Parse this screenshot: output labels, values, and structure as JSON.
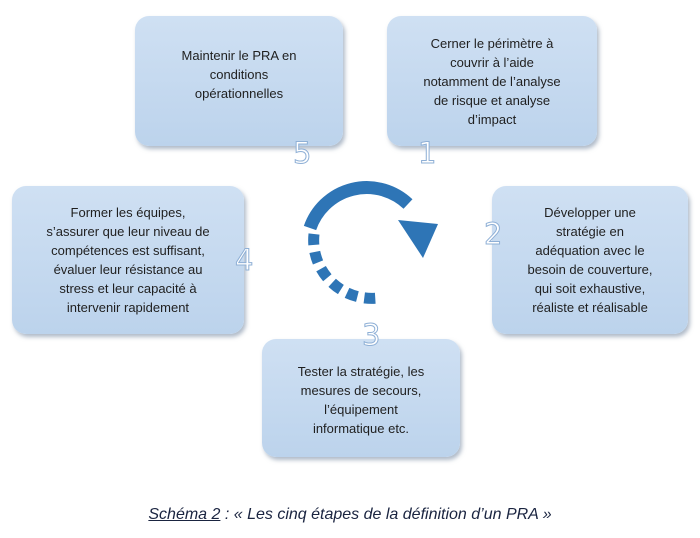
{
  "steps": [
    {
      "number": "5",
      "text": "Maintenir le PRA en\nconditions\nopérationnelles"
    },
    {
      "number": "1",
      "text": "Cerner le périmètre à\ncouvrir à l’aide\nnotamment de l’analyse\nde risque et analyse\nd’impact"
    },
    {
      "number": "2",
      "text": "Développer une\nstratégie en\nadéquation avec le\nbesoin de couverture,\nqui soit exhaustive,\nréaliste et réalisable"
    },
    {
      "number": "4",
      "text": "Former les équipes,\ns’assurer que leur niveau de\ncompétences est suffisant,\névaluer leur résistance au\nstress et leur capacité à\nintervenir rapidement"
    },
    {
      "number": "3",
      "text": "Tester la stratégie, les\nmesures de secours,\nl’équipement\ninformatique etc."
    }
  ],
  "caption": {
    "label": "Schéma 2",
    "text": " : « Les cinq étapes de la définition d’un PRA »"
  },
  "colors": {
    "box_fill": "#c6daf0",
    "arrow": "#2e75b6",
    "number_outline": "#8fb0d6"
  }
}
